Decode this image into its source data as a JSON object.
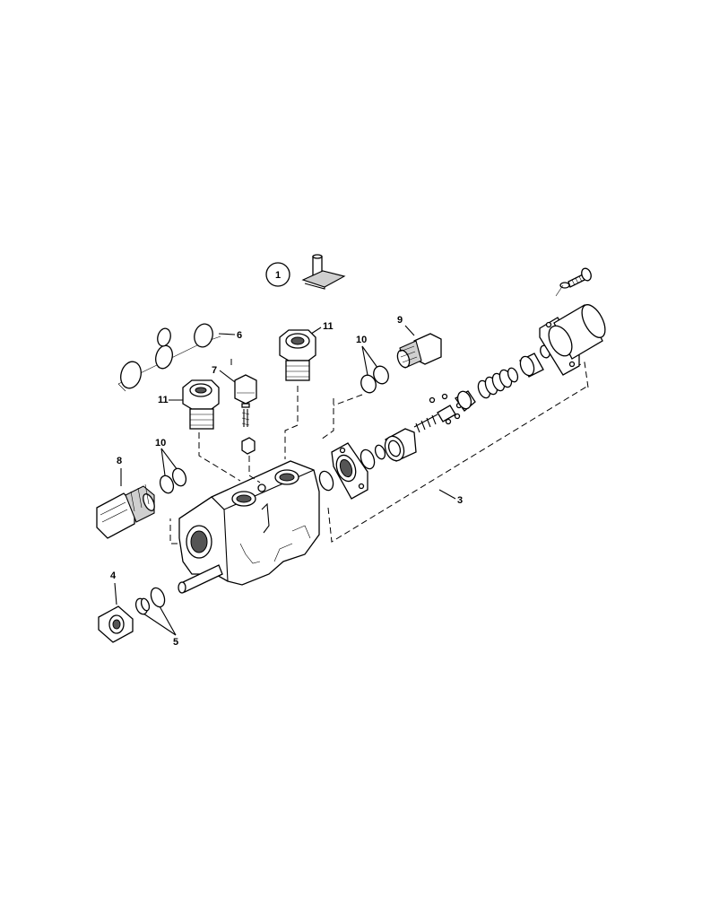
{
  "figure": {
    "callouts": {
      "c1": "1",
      "c3": "3",
      "c4": "4",
      "c5": "5",
      "c6": "6",
      "c7": "7",
      "c8": "8",
      "c9": "9",
      "c10a": "10",
      "c10b": "10",
      "c11a": "11",
      "c11b": "11"
    },
    "icons": {
      "symbol": "tool-symbol-icon"
    }
  }
}
